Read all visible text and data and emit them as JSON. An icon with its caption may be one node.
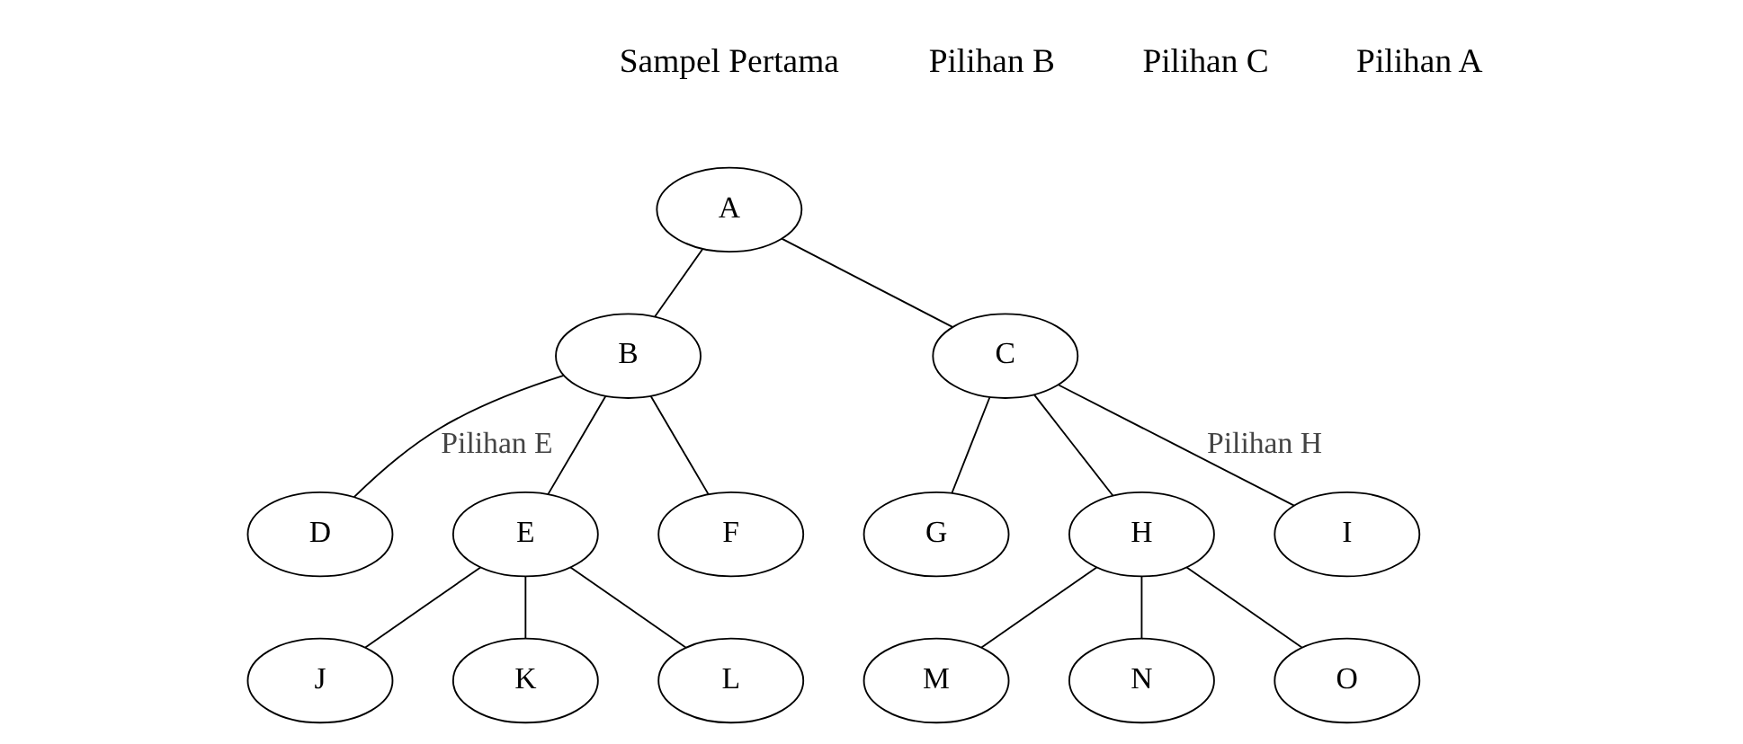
{
  "diagram": {
    "nodes": [
      {
        "text": [
          "A"
        ]
      },
      {
        "text": [
          "B"
        ]
      },
      {
        "text": [
          "C"
        ]
      },
      {
        "text": [
          "D"
        ]
      },
      {
        "text": [
          "E"
        ]
      },
      {
        "text": [
          "F"
        ]
      },
      {
        "text": [
          "G"
        ]
      },
      {
        "text": [
          "H"
        ]
      },
      {
        "text": [
          "I"
        ]
      },
      {
        "text": [
          "J"
        ]
      },
      {
        "text": [
          "K"
        ]
      },
      {
        "text": [
          "L"
        ]
      },
      {
        "text": [
          "M"
        ]
      },
      {
        "text": [
          "N"
        ]
      },
      {
        "text": [
          "O"
        ]
      }
    ],
    "edges": [
      {
        "from": 0,
        "to": 1,
        "arrow": "none"
      },
      {
        "from": 0,
        "to": 2,
        "arrow": "none"
      },
      {
        "from": 1,
        "to": 3,
        "arrow": "none",
        "label": "Pilihan E"
      },
      {
        "from": 1,
        "to": 4,
        "arrow": "none"
      },
      {
        "from": 1,
        "to": 5,
        "arrow": "none"
      },
      {
        "from": 2,
        "to": 6,
        "arrow": "none"
      },
      {
        "from": 2,
        "to": 7,
        "arrow": "none"
      },
      {
        "from": 2,
        "to": 8,
        "arrow": "none",
        "label": "Pilihan H"
      },
      {
        "from": 4,
        "to": 9,
        "arrow": "none"
      },
      {
        "from": 4,
        "to": 10,
        "arrow": "none"
      },
      {
        "from": 4,
        "to": 11,
        "arrow": "none"
      },
      {
        "from": 7,
        "to": 12,
        "arrow": "none"
      },
      {
        "from": 7,
        "to": 13,
        "arrow": "none"
      },
      {
        "from": 7,
        "to": 14,
        "arrow": "none"
      }
    ],
    "labels": [
      "Sampel Pertama",
      "Pilihan B",
      "Pilihan C",
      "Pilihan A"
    ]
  }
}
